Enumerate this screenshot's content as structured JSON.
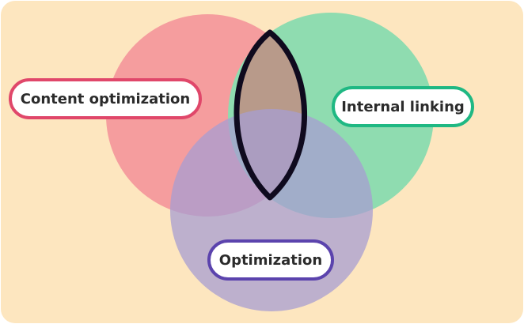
{
  "labels": {
    "content": "Content optimization",
    "internal": "Internal linking",
    "optimization": "Optimization"
  },
  "colors": {
    "background": "#fde6bf",
    "content_circle": "#f59d9e",
    "internal_circle": "#8fdcb0",
    "optimization_circle": "#b0a6d6",
    "content_border": "#e0476a",
    "internal_border": "#1fb883",
    "optimization_border": "#5b43ad",
    "lens_outline": "#0f0a1e"
  }
}
